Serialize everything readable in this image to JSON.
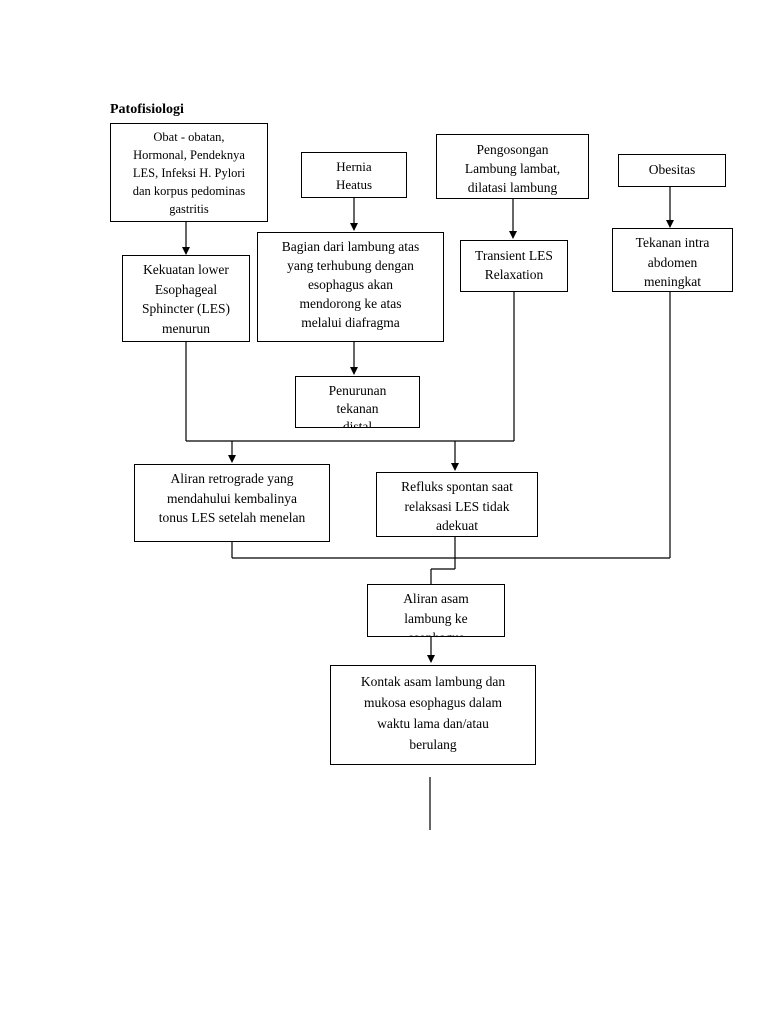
{
  "title": "Patofisiologi",
  "colors": {
    "line": "#000000",
    "background": "#ffffff"
  },
  "nodes": {
    "obat": "Obat - obatan,\nHormonal, Pendeknya\nLES, Infeksi H. Pylori\ndan korpus pedominas\ngastritis",
    "hernia": "Hernia\nHeatus",
    "pengosongan": "Pengosongan\nLambung lambat,\ndilatasi lambung",
    "obesitas": "Obesitas",
    "kekuatan": "Kekuatan lower\nEsophageal\nSphincter (LES)\nmenurun",
    "bagian": "Bagian dari lambung atas\nyang terhubung dengan\nesophagus akan\nmendorong ke atas\nmelalui diafragma",
    "transient": "Transient LES\nRelaxation",
    "tekanan_intra": "Tekanan intra\nabdomen\nmeningkat",
    "penurunan": "Penurunan\ntekanan\ndistal",
    "aliran_retro": "Aliran retrograde yang\nmendahului kembalinya\ntonus LES setelah menelan",
    "refluks": "Refluks spontan saat\nrelaksasi LES tidak\nadekuat",
    "aliran_asam": "Aliran asam\nlambung ke\nesophagus",
    "kontak": "Kontak asam lambung dan\nmukosa esophagus dalam\nwaktu lama dan/atau\nberulang"
  }
}
